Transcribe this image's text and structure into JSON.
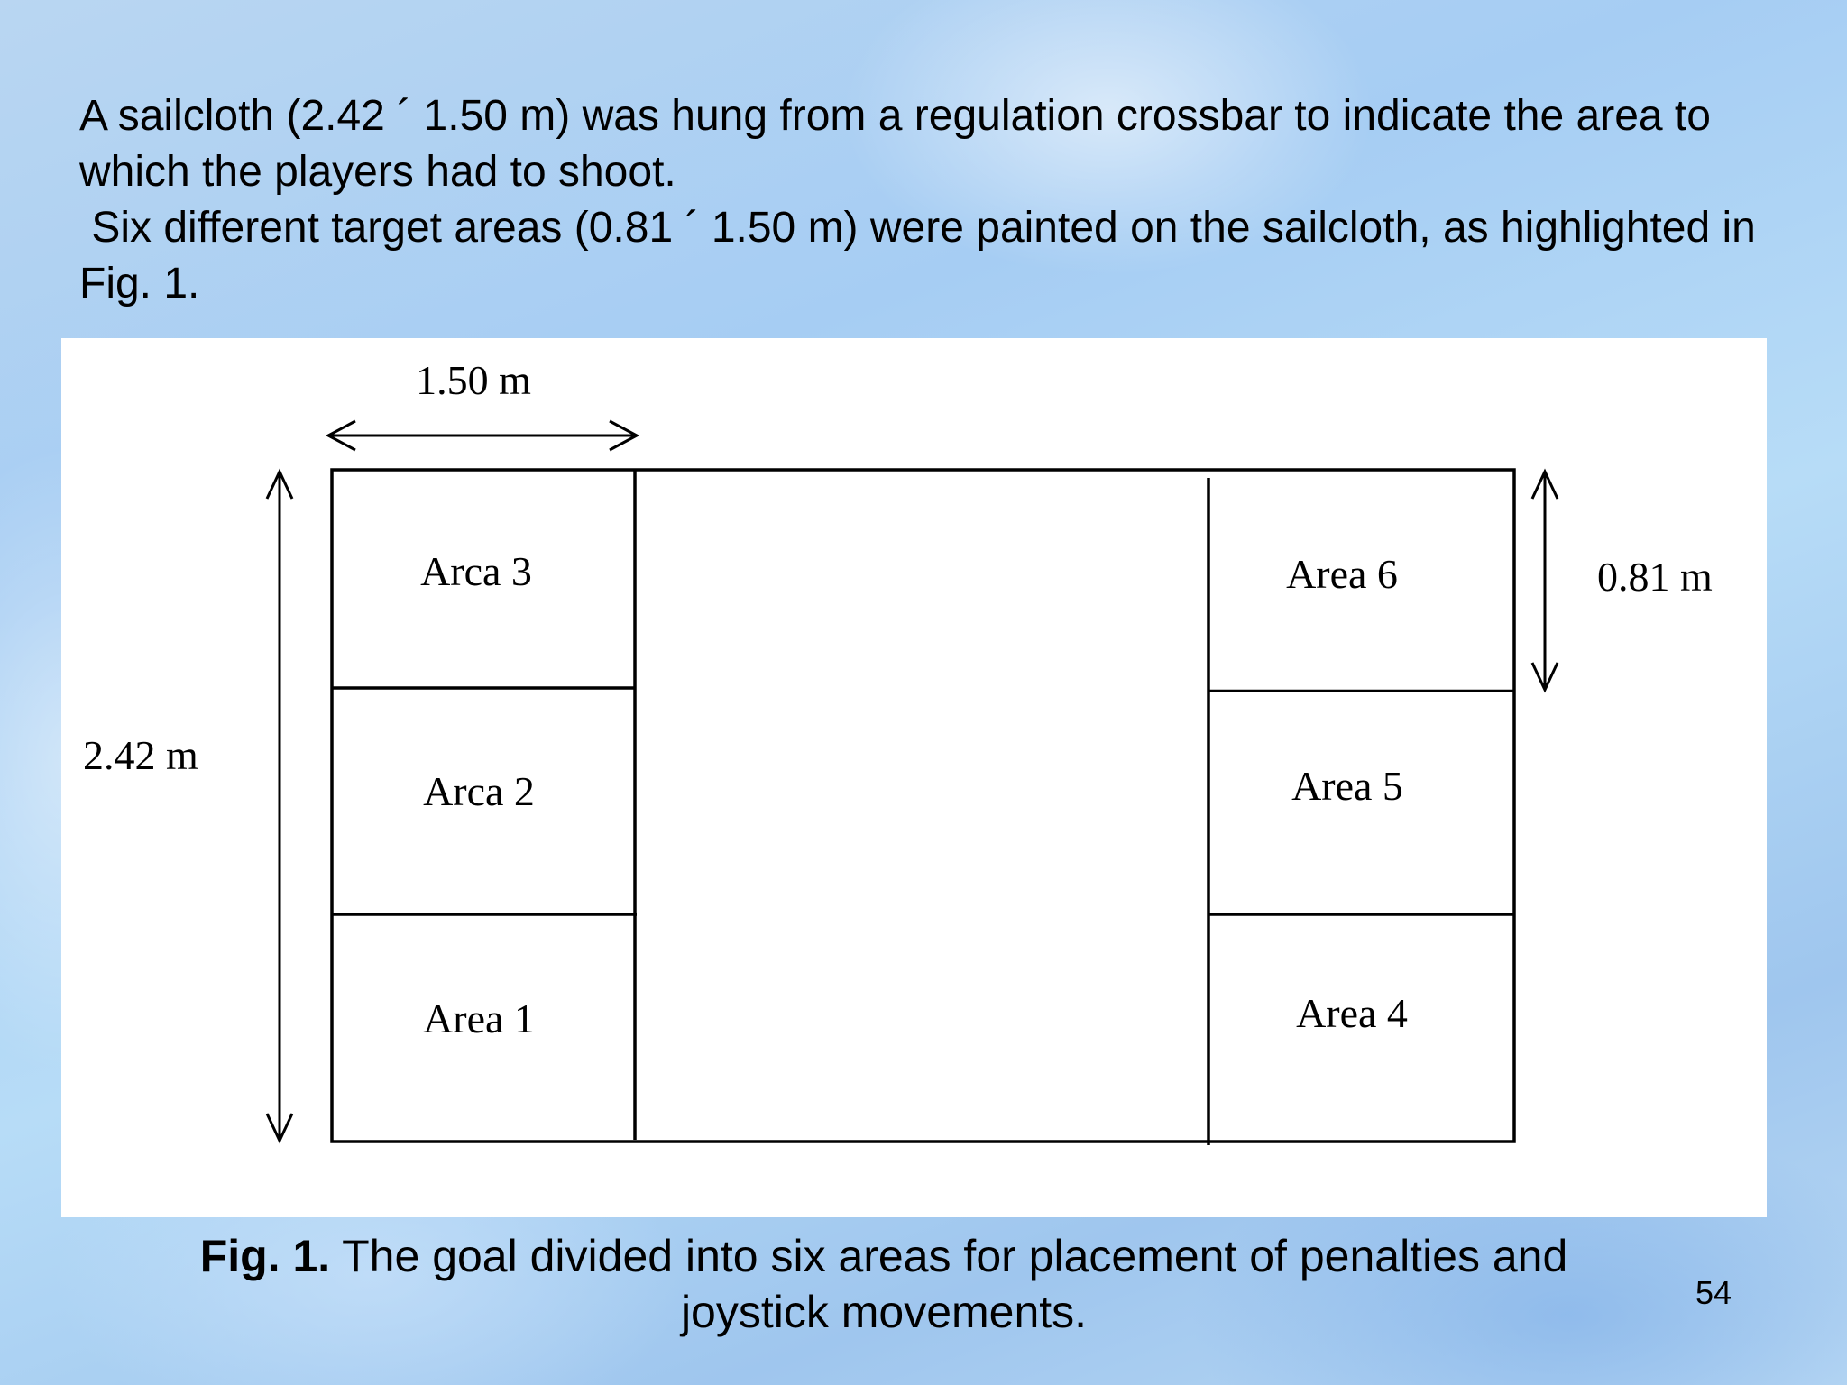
{
  "intro": {
    "line1": "A sailcloth (2.42 ´ 1.50 m) was hung from a regulation crossbar to indicate the area to which the players had to shoot.",
    "line2": " Six different target areas (0.81 ´ 1.50 m) were painted on the sailcloth, as highlighted in Fig. 1."
  },
  "diagram": {
    "width_label": "1.50 m",
    "height_label": "2.42 m",
    "area_height_label": "0.81 m",
    "areas": {
      "a1": "Area 1",
      "a2": "Arca 2",
      "a3": "Arca 3",
      "a4": "Area 4",
      "a5": "Area 5",
      "a6": "Area 6"
    }
  },
  "caption": {
    "label": "Fig. 1.",
    "text": " The goal divided into six areas for placement of penalties and joystick movements."
  },
  "page_number": "54"
}
